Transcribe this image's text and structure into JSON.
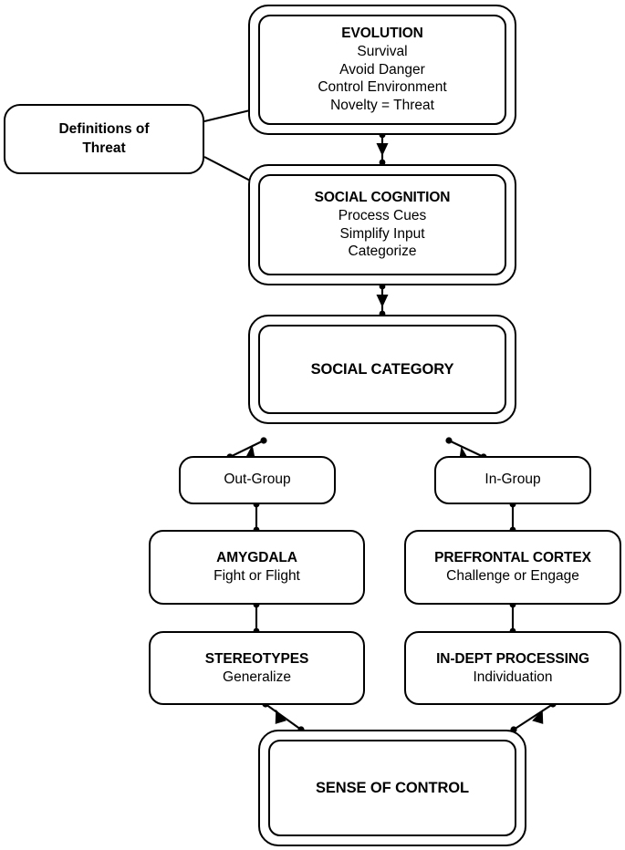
{
  "diagram": {
    "title_hidden": "Threat processing flow diagram",
    "nodes": {
      "definitions": {
        "label_line1": "Definitions of",
        "label_line2": "Threat"
      },
      "evolution": {
        "title": "EVOLUTION",
        "lines": [
          "Survival",
          "Avoid Danger",
          "Control Environment",
          "Novelty = Threat"
        ]
      },
      "social_cognition": {
        "title": "SOCIAL COGNITION",
        "lines": [
          "Process Cues",
          "Simplify Input",
          "Categorize"
        ]
      },
      "social_category": {
        "title": "SOCIAL CATEGORY"
      },
      "out_group": {
        "label": "Out-Group"
      },
      "in_group": {
        "label": "In-Group"
      },
      "amygdala": {
        "title": "AMYGDALA",
        "subtitle": "Fight or Flight"
      },
      "prefrontal_cortex": {
        "title": "PREFRONTAL CORTEX",
        "subtitle": "Challenge or Engage"
      },
      "stereotypes": {
        "title": "STEREOTYPES",
        "subtitle": "Generalize"
      },
      "in_dept_processing": {
        "title": "IN-DEPT PROCESSING",
        "subtitle": "Individuation"
      },
      "sense_of_control": {
        "title": "SENSE OF CONTROL"
      }
    },
    "colors": {
      "stroke": "#000000",
      "fill": "#ffffff",
      "text": "#000000"
    }
  }
}
